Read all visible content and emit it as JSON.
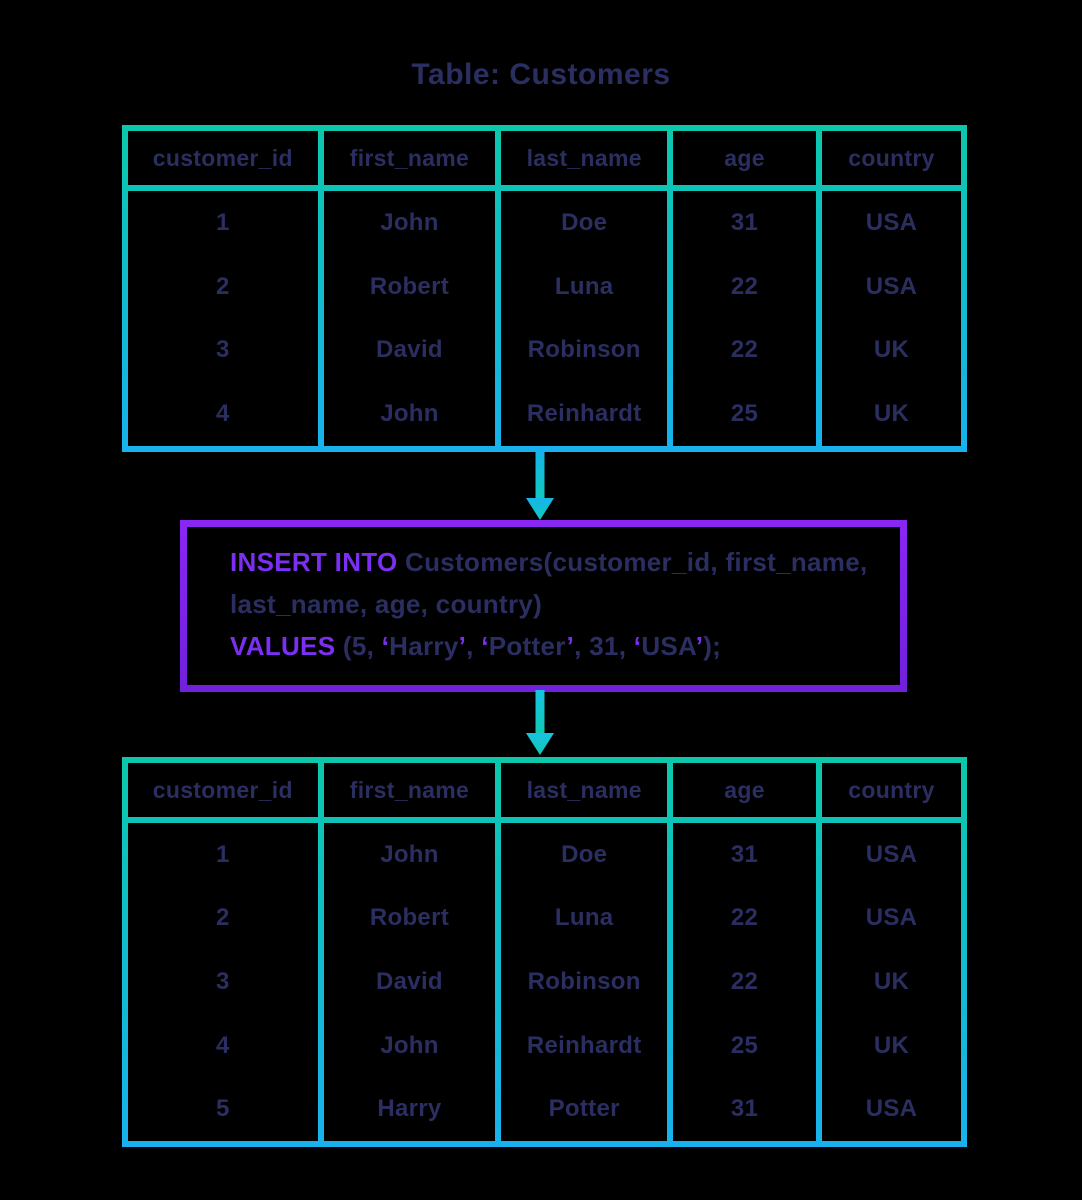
{
  "title": "Table: Customers",
  "columns": [
    "customer_id",
    "first_name",
    "last_name",
    "age",
    "country"
  ],
  "table_before": {
    "rows": [
      [
        "1",
        "John",
        "Doe",
        "31",
        "USA"
      ],
      [
        "2",
        "Robert",
        "Luna",
        "22",
        "USA"
      ],
      [
        "3",
        "David",
        "Robinson",
        "22",
        "UK"
      ],
      [
        "4",
        "John",
        "Reinhardt",
        "25",
        "UK"
      ]
    ]
  },
  "sql": {
    "insert_keyword": "INSERT INTO",
    "insert_rest": "Customers(customer_id, first_name,",
    "line2": "last_name, age, country)",
    "values_keyword": "VALUES",
    "values_segments": [
      {
        "text": "(5, ",
        "style": "code"
      },
      {
        "text": "‘",
        "style": "quote"
      },
      {
        "text": "Harry",
        "style": "code"
      },
      {
        "text": "’",
        "style": "quote"
      },
      {
        "text": ", ",
        "style": "code"
      },
      {
        "text": "‘",
        "style": "quote"
      },
      {
        "text": "Potter",
        "style": "code"
      },
      {
        "text": "’",
        "style": "quote"
      },
      {
        "text": ", 31, ",
        "style": "code"
      },
      {
        "text": "‘",
        "style": "quote"
      },
      {
        "text": "USA",
        "style": "code"
      },
      {
        "text": "’",
        "style": "quote"
      },
      {
        "text": ");",
        "style": "code"
      }
    ]
  },
  "table_after": {
    "rows": [
      [
        "1",
        "John",
        "Doe",
        "31",
        "USA"
      ],
      [
        "2",
        "Robert",
        "Luna",
        "22",
        "USA"
      ],
      [
        "3",
        "David",
        "Robinson",
        "22",
        "UK"
      ],
      [
        "4",
        "John",
        "Reinhardt",
        "25",
        "UK"
      ],
      [
        "5",
        "Harry",
        "Potter",
        "31",
        "USA"
      ]
    ]
  },
  "colors": {
    "background": "#000000",
    "text_navy": "#2b2e60",
    "border_teal_top": "#0cc7ab",
    "border_blue_bottom": "#18b1ee",
    "sql_border_purple_top": "#8a26f4",
    "sql_border_purple_bottom": "#7120dc",
    "sql_keyword_purple": "#7b2ff2",
    "arrow_cyan_top": "#16b5ea",
    "arrow_teal_bottom": "#10cabc"
  }
}
